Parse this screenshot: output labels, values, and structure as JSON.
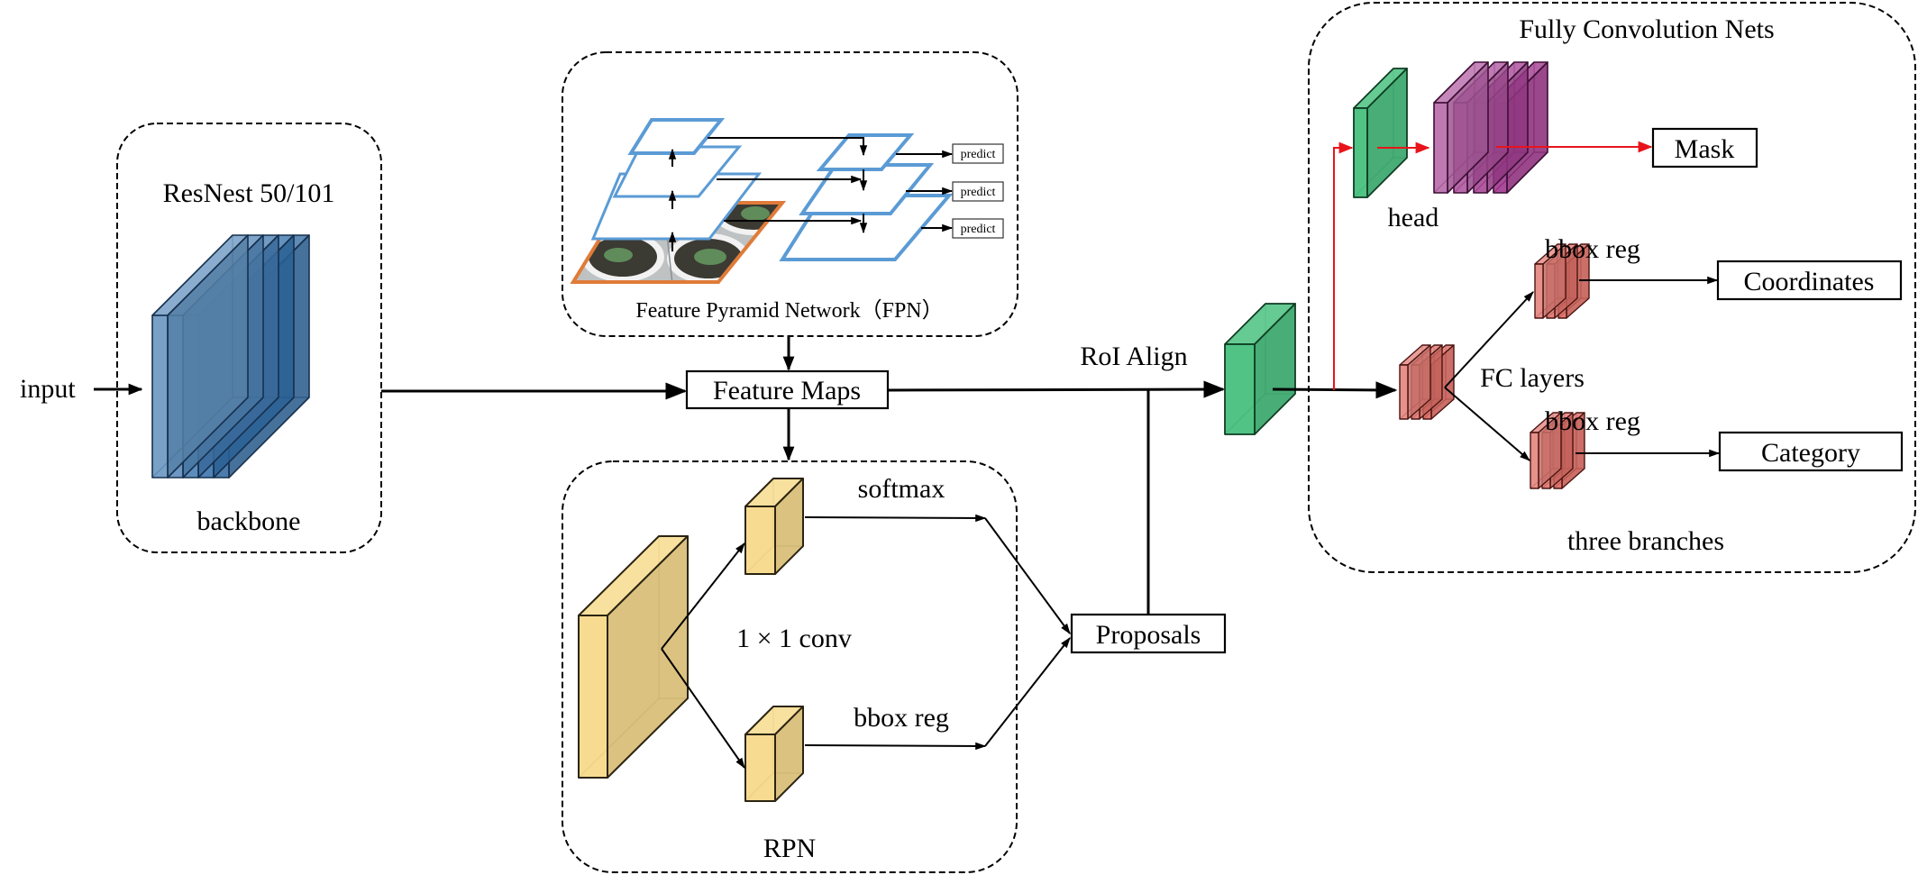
{
  "figure": {
    "modules": {
      "backbone": {
        "title": "ResNest 50/101",
        "caption": "backbone",
        "layer_count": 5
      },
      "fpn": {
        "caption": "Feature Pyramid Network（FPN）",
        "predict_labels": [
          "predict",
          "predict",
          "predict"
        ]
      },
      "rpn": {
        "caption": "RPN",
        "softmax_label": "softmax",
        "conv_label": "1 × 1 conv",
        "bbox_label": "bbox reg"
      },
      "fcn": {
        "title": "Fully Convolution Nets",
        "head_label": "head",
        "fc_label": "FC layers",
        "bbox_label_top": "bbox reg",
        "bbox_label_bottom": "bbox reg",
        "caption": "three branches",
        "mask_layer_count": 4,
        "fc_layer_count": 3
      }
    },
    "labels": {
      "input": "input",
      "feature_maps": "Feature Maps",
      "roi_align": "RoI Align",
      "proposals": "Proposals",
      "mask": "Mask",
      "coordinates": "Coordinates",
      "category": "Category"
    },
    "colors": {
      "backbone_blue": "#2e6ca8",
      "fpn_layer_blue": "#5b9bd5",
      "fpn_image_border": "#e07b39",
      "rpn_yellow": "#f7d98b",
      "roi_green": "#47c07e",
      "mask_purple": "#9a2b86",
      "fc_red": "#d9534a",
      "mask_branch_arrow": "#e8141b"
    }
  }
}
